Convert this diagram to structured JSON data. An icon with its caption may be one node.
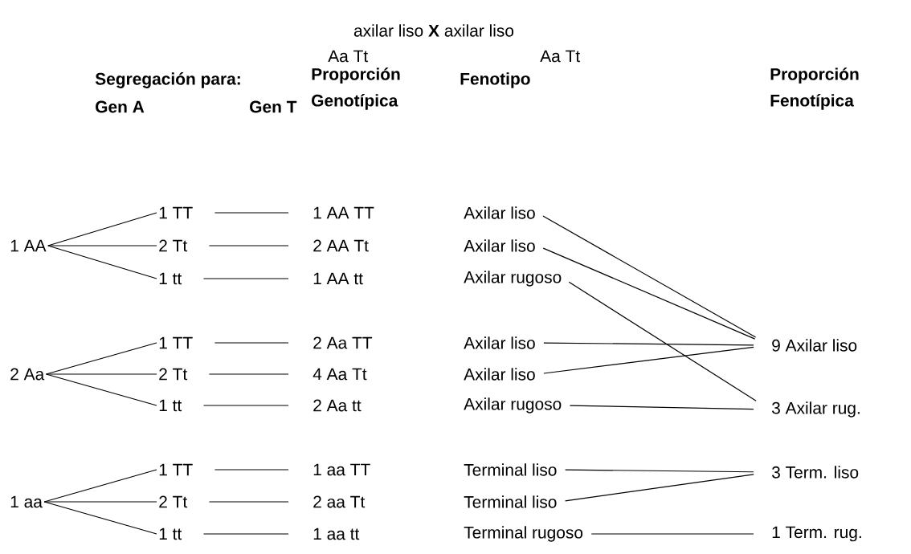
{
  "diagram": {
    "nodes": [
      {
        "text": [
          "1 AA"
        ]
      },
      {
        "text": [
          "2 Aa"
        ]
      },
      {
        "text": [
          "1 aa"
        ]
      },
      {
        "text": [
          "1 TT"
        ]
      },
      {
        "text": [
          "2 Tt"
        ]
      },
      {
        "text": [
          "1 tt"
        ]
      },
      {
        "text": [
          "1 TT"
        ]
      },
      {
        "text": [
          "2 Tt"
        ]
      },
      {
        "text": [
          "1 tt"
        ]
      },
      {
        "text": [
          "1 TT"
        ]
      },
      {
        "text": [
          "2 Tt"
        ]
      },
      {
        "text": [
          "1 tt"
        ]
      },
      {
        "text": [
          "1 AA TT"
        ]
      },
      {
        "text": [
          "2 AA Tt"
        ]
      },
      {
        "text": [
          "1 AA tt"
        ]
      },
      {
        "text": [
          "2 Aa TT"
        ]
      },
      {
        "text": [
          "4 Aa Tt"
        ]
      },
      {
        "text": [
          "2 Aa tt"
        ]
      },
      {
        "text": [
          "1 aa TT"
        ]
      },
      {
        "text": [
          "2 aa Tt"
        ]
      },
      {
        "text": [
          "1 aa tt"
        ]
      },
      {
        "text": [
          "Axilar liso"
        ]
      },
      {
        "text": [
          "Axilar liso"
        ]
      },
      {
        "text": [
          "Axilar rugoso"
        ]
      },
      {
        "text": [
          "Axilar liso"
        ]
      },
      {
        "text": [
          "Axilar liso"
        ]
      },
      {
        "text": [
          "Axilar rugoso"
        ]
      },
      {
        "text": [
          "Terminal liso"
        ]
      },
      {
        "text": [
          "Terminal liso"
        ]
      },
      {
        "text": [
          "Terminal rugoso"
        ]
      },
      {
        "text": [
          "9 Axilar liso"
        ]
      },
      {
        "text": [
          "3 Axilar rug."
        ]
      },
      {
        "text": [
          "3 Term. liso"
        ]
      },
      {
        "text": [
          "1 Term. rug."
        ]
      }
    ],
    "edges": [
      {
        "from": 0,
        "to": 3,
        "arrow": "none"
      },
      {
        "from": 0,
        "to": 4,
        "arrow": "none"
      },
      {
        "from": 0,
        "to": 5,
        "arrow": "none"
      },
      {
        "from": 1,
        "to": 6,
        "arrow": "none"
      },
      {
        "from": 1,
        "to": 7,
        "arrow": "none"
      },
      {
        "from": 1,
        "to": 8,
        "arrow": "none"
      },
      {
        "from": 2,
        "to": 9,
        "arrow": "none"
      },
      {
        "from": 2,
        "to": 10,
        "arrow": "none"
      },
      {
        "from": 2,
        "to": 11,
        "arrow": "none"
      },
      {
        "from": 3,
        "to": 12,
        "arrow": "none"
      },
      {
        "from": 4,
        "to": 13,
        "arrow": "none"
      },
      {
        "from": 5,
        "to": 14,
        "arrow": "none"
      },
      {
        "from": 6,
        "to": 15,
        "arrow": "none"
      },
      {
        "from": 7,
        "to": 16,
        "arrow": "none"
      },
      {
        "from": 8,
        "to": 17,
        "arrow": "none"
      },
      {
        "from": 9,
        "to": 18,
        "arrow": "none"
      },
      {
        "from": 10,
        "to": 19,
        "arrow": "none"
      },
      {
        "from": 11,
        "to": 20,
        "arrow": "none"
      },
      {
        "from": 21,
        "to": 30,
        "arrow": "none"
      },
      {
        "from": 22,
        "to": 30,
        "arrow": "none"
      },
      {
        "from": 24,
        "to": 30,
        "arrow": "none"
      },
      {
        "from": 25,
        "to": 30,
        "arrow": "none"
      },
      {
        "from": 23,
        "to": 31,
        "arrow": "none"
      },
      {
        "from": 26,
        "to": 31,
        "arrow": "none"
      },
      {
        "from": 27,
        "to": 32,
        "arrow": "none"
      },
      {
        "from": 28,
        "to": 32,
        "arrow": "none"
      },
      {
        "from": 29,
        "to": 33,
        "arrow": "none"
      }
    ],
    "labels": [
      "axilar liso **X** axilar liso",
      "Aa Tt",
      "Aa Tt",
      "Segregación para:",
      "Gen A",
      "Gen T",
      "Proporción Genotípica",
      "Fenotipo",
      "Proporción Fenotípica"
    ]
  }
}
